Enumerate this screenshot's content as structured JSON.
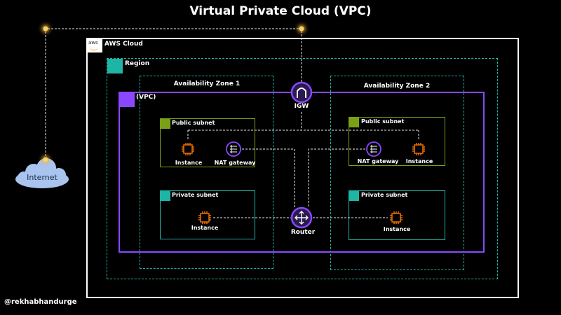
{
  "title": "Virtual Private Cloud (VPC)",
  "aws_cloud": {
    "label": "AWS Cloud",
    "badge_text": "aws"
  },
  "region": {
    "label": "Region"
  },
  "vpc": {
    "label": "(VPC)"
  },
  "availability_zones": [
    {
      "label": "Availability Zone 1"
    },
    {
      "label": "Availability Zone 2"
    }
  ],
  "igw": {
    "label": "IGW"
  },
  "router": {
    "label": "Router"
  },
  "internet": {
    "label": "Internet"
  },
  "public_subnets": [
    {
      "label": "Public subnet",
      "instance_label": "Instance",
      "nat_label": "NAT gateway"
    },
    {
      "label": "Public subnet",
      "instance_label": "Instance",
      "nat_label": "NAT gateway"
    }
  ],
  "private_subnets": [
    {
      "label": "Private subnet",
      "instance_label": "Instance"
    },
    {
      "label": "Private subnet",
      "instance_label": "Instance"
    }
  ],
  "author_handle": "@rekhabhandurge",
  "colors": {
    "background": "#000000",
    "aws_cloud_border": "#ffffff",
    "region_border": "#1fb5a6",
    "vpc_border": "#8b47ff",
    "public_subnet": "#7aa116",
    "private_subnet": "#1fb5a6",
    "instance_icon": "#ed7100",
    "network_icon": "#8b47ff",
    "internet_cloud": "#a9c4ef",
    "glow_dot": "#f7d26a",
    "wire": "#e6e6e6"
  },
  "icons": {
    "instance": "ec2-instance-chip-icon",
    "nat": "nat-gateway-icon",
    "igw": "internet-gateway-icon",
    "router": "router-icon",
    "region": "region-flag-icon",
    "vpc": "vpc-cloud-lock-icon",
    "subnet": "subnet-lock-icon"
  }
}
